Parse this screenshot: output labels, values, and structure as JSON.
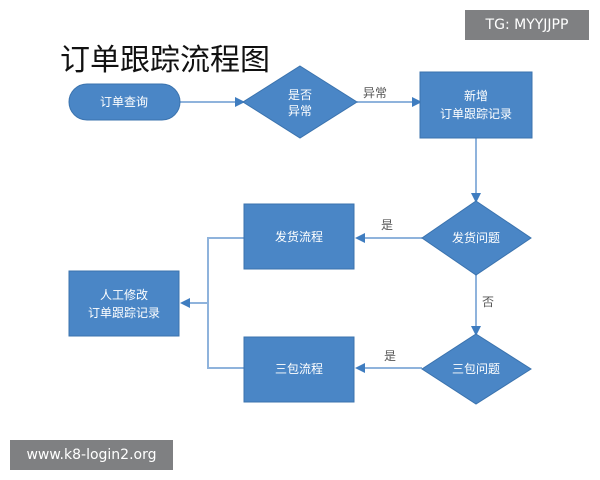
{
  "watermarks": {
    "top_right": "TG: MYYJJPP",
    "bottom_left": "www.k8-login2.org"
  },
  "diagram": {
    "title": "订单跟踪流程图",
    "colors": {
      "node_fill": "#4a86c6",
      "node_stroke": "#3b73ae",
      "edge": "#8fb3dc",
      "arrow": "#3f7dc0"
    },
    "nodes": {
      "order_query": "订单查询",
      "is_abnormal": [
        "是否",
        "异常"
      ],
      "add_tracking_record": [
        "新增",
        "订单跟踪记录"
      ],
      "shipping_issue": "发货问题",
      "shipping_process": "发货流程",
      "manual_modify": [
        "人工修改",
        "订单跟踪记录"
      ],
      "warranty_process": "三包流程",
      "warranty_issue": "三包问题"
    },
    "edge_labels": {
      "abnormal": "异常",
      "yes_shipping": "是",
      "no": "否",
      "yes_warranty": "是"
    }
  }
}
